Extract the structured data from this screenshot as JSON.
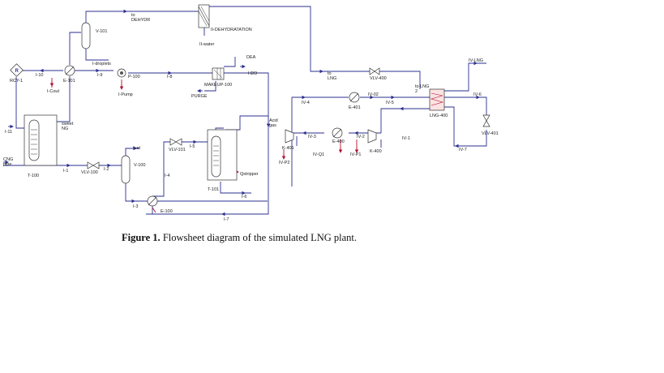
{
  "caption": {
    "label": "Figure 1.",
    "text": "Flowsheet diagram of the simulated LNG plant."
  },
  "units": {
    "rcy1": "RCY-1",
    "e101": "E-101",
    "v101": "V-101",
    "p100": "P-100",
    "ipump": "I-Pump",
    "icout": "I-Cout",
    "dehydration": "II-DEHYDRATATION",
    "iiwater": "II-water",
    "makeup": "MAKEUP-100",
    "purge": "PURGE",
    "t100": "T-100",
    "vlv100": "VLV-100",
    "v100": "V-100",
    "vlv101": "VLV-101",
    "t101": "T-101",
    "qstripper": "Qstripper",
    "e100": "E-100",
    "vlv400": "VLV-400",
    "e401": "E-401",
    "lng400": "LNG-400",
    "k401": "K-401",
    "e400": "E-400",
    "k400": "K-400",
    "vlv401": "VLV-401"
  },
  "streams": {
    "to_dehydr_1": "to",
    "to_dehydr_2": "DEHYDR",
    "to_lng_1": "to",
    "to_lng_2": "LNG",
    "to_lng_b_1": "to LNG",
    "to_lng_b_2": "2",
    "iv_lng": "IV-LNG",
    "i10": "I-10",
    "i_droplets": "I-droplets",
    "i9": "I-9",
    "i8": "I-8",
    "dea": "DEA",
    "h2o": "H2O",
    "i11": "I-11",
    "sweet_1": "sweet",
    "sweet_2": "NG",
    "cng_1": "CNG",
    "cng_2": "pipe",
    "i1": "I-1",
    "i2": "I-2",
    "fuel": "fuel",
    "i3": "I-3",
    "i4": "I-4",
    "i5": "I-5",
    "i6": "I-6",
    "i7": "I-7",
    "acid_1": "Acid",
    "acid_2": "gas",
    "iv4": "IV-4",
    "iv02": "IV-02",
    "iv5": "IV-5",
    "iv6": "IV-6",
    "iv3": "IV-3",
    "iv2": "IV-2",
    "iv1": "IV-1",
    "iv7": "IV-7",
    "ivp2": "IV-P2",
    "ivq1": "IV-Q1",
    "ivp1": "IV-P1"
  }
}
